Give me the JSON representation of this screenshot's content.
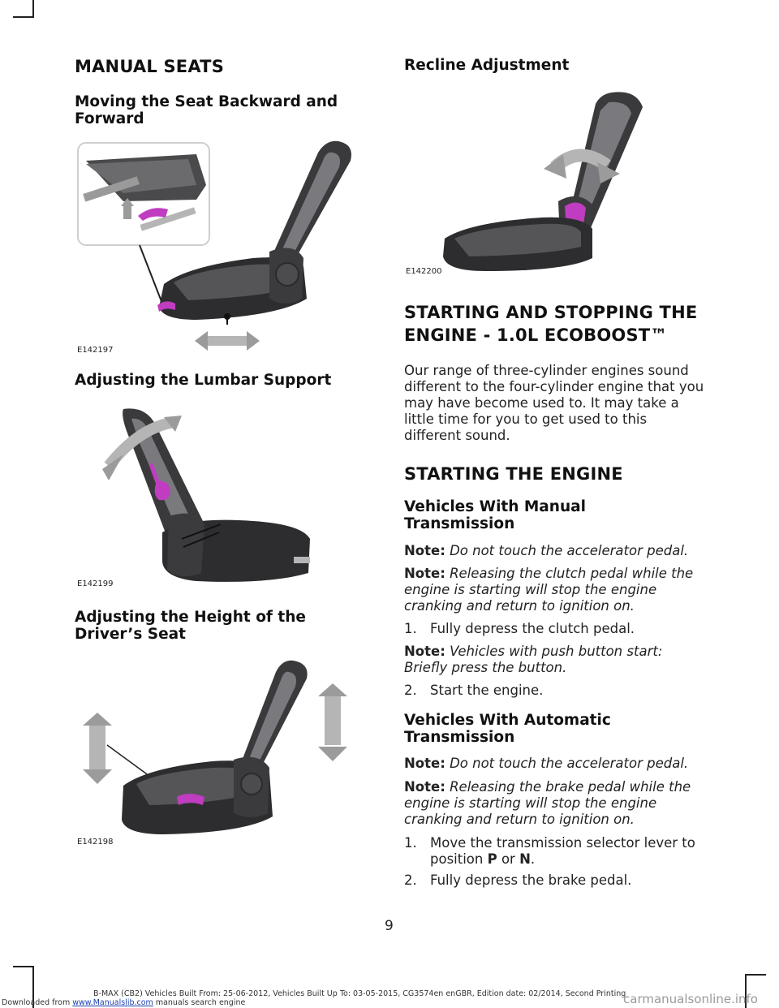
{
  "header": {
    "section_title": "MANUAL SEATS"
  },
  "left": {
    "h_move": "Moving the Seat Backward and Forward",
    "fig1_id": "E142197",
    "h_lumbar": "Adjusting the Lumbar Support",
    "fig2_id": "E142199",
    "h_height": "Adjusting the Height of the Driver’s Seat",
    "fig3_id": "E142198"
  },
  "right": {
    "h_recline": "Recline Adjustment",
    "fig4_id": "E142200",
    "h_start_stop_1": "STARTING AND STOPPING THE",
    "h_start_stop_2": "ENGINE - 1.0L ECOBOOST™",
    "intro": "Our range of three-cylinder engines sound different to the four-cylinder engine that you may have become used to. It may take a little time for you to get used to this different sound.",
    "h_starting": "STARTING THE ENGINE",
    "h_manual": "Vehicles With Manual Transmission",
    "note_label": "Note:",
    "manual_note1": "Do not touch the accelerator pedal.",
    "manual_note2": "Releasing the clutch pedal while the engine is starting will stop the engine cranking and return to ignition on.",
    "manual_step1_num": "1.",
    "manual_step1": "Fully depress the clutch pedal.",
    "manual_note3": "Vehicles with push button start: Briefly press the button.",
    "manual_step2_num": "2.",
    "manual_step2": "Start the engine.",
    "h_auto": "Vehicles With Automatic Transmission",
    "auto_note1": "Do not touch the accelerator pedal.",
    "auto_note2": "Releasing the brake pedal while the engine is starting will stop the engine cranking and return to ignition on.",
    "auto_step1_num": "1.",
    "auto_step1_pre": "Move the transmission selector lever to position ",
    "auto_step1_p": "P",
    "auto_step1_or": " or ",
    "auto_step1_n": "N",
    "auto_step1_end": ".",
    "auto_step2_num": "2.",
    "auto_step2": "Fully depress the brake pedal."
  },
  "footer": {
    "page_number": "9",
    "vehicle_info": "B-MAX (CB2) Vehicles Built From: 25-06-2012, Vehicles Built Up To: 03-05-2015, CG3574en enGBR, Edition date: 02/2014, Second Printing",
    "downloaded_from": "Downloaded from ",
    "site_link": "www.Manualslib.com",
    "search_engine": " manuals search engine",
    "watermark": "carmanualsonline.info"
  },
  "colors": {
    "accent_magenta": "#c03cc0",
    "seat_dark": "#2d2d2f"
  }
}
